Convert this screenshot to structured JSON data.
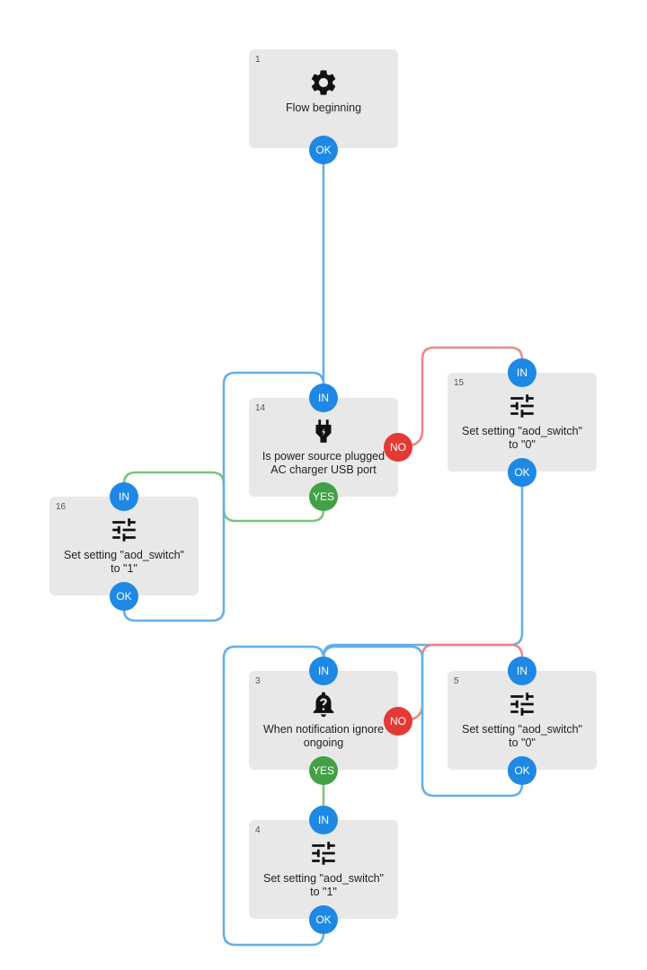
{
  "nodes": [
    {
      "id": "1",
      "label": "Flow beginning",
      "icon": "gear-icon"
    },
    {
      "id": "14",
      "label": "Is power source plugged\nAC charger USB port",
      "icon": "plug-icon"
    },
    {
      "id": "15",
      "label": "Set setting \"aod_switch\"\nto \"0\"",
      "icon": "sliders-icon"
    },
    {
      "id": "16",
      "label": "Set setting \"aod_switch\"\nto \"1\"",
      "icon": "sliders-icon"
    },
    {
      "id": "3",
      "label": "When notification ignore\nongoing",
      "icon": "bell-question-icon"
    },
    {
      "id": "5",
      "label": "Set setting \"aod_switch\"\nto \"0\"",
      "icon": "sliders-icon"
    },
    {
      "id": "4",
      "label": "Set setting \"aod_switch\"\nto \"1\"",
      "icon": "sliders-icon"
    }
  ],
  "ports": {
    "in": "IN",
    "ok": "OK",
    "yes": "YES",
    "no": "NO"
  },
  "colors": {
    "in_ok": "#1e88e5",
    "yes": "#43a047",
    "no": "#e53935",
    "edge_blue": "#64aee8",
    "edge_green": "#7cc47f",
    "edge_red": "#ef8585"
  }
}
